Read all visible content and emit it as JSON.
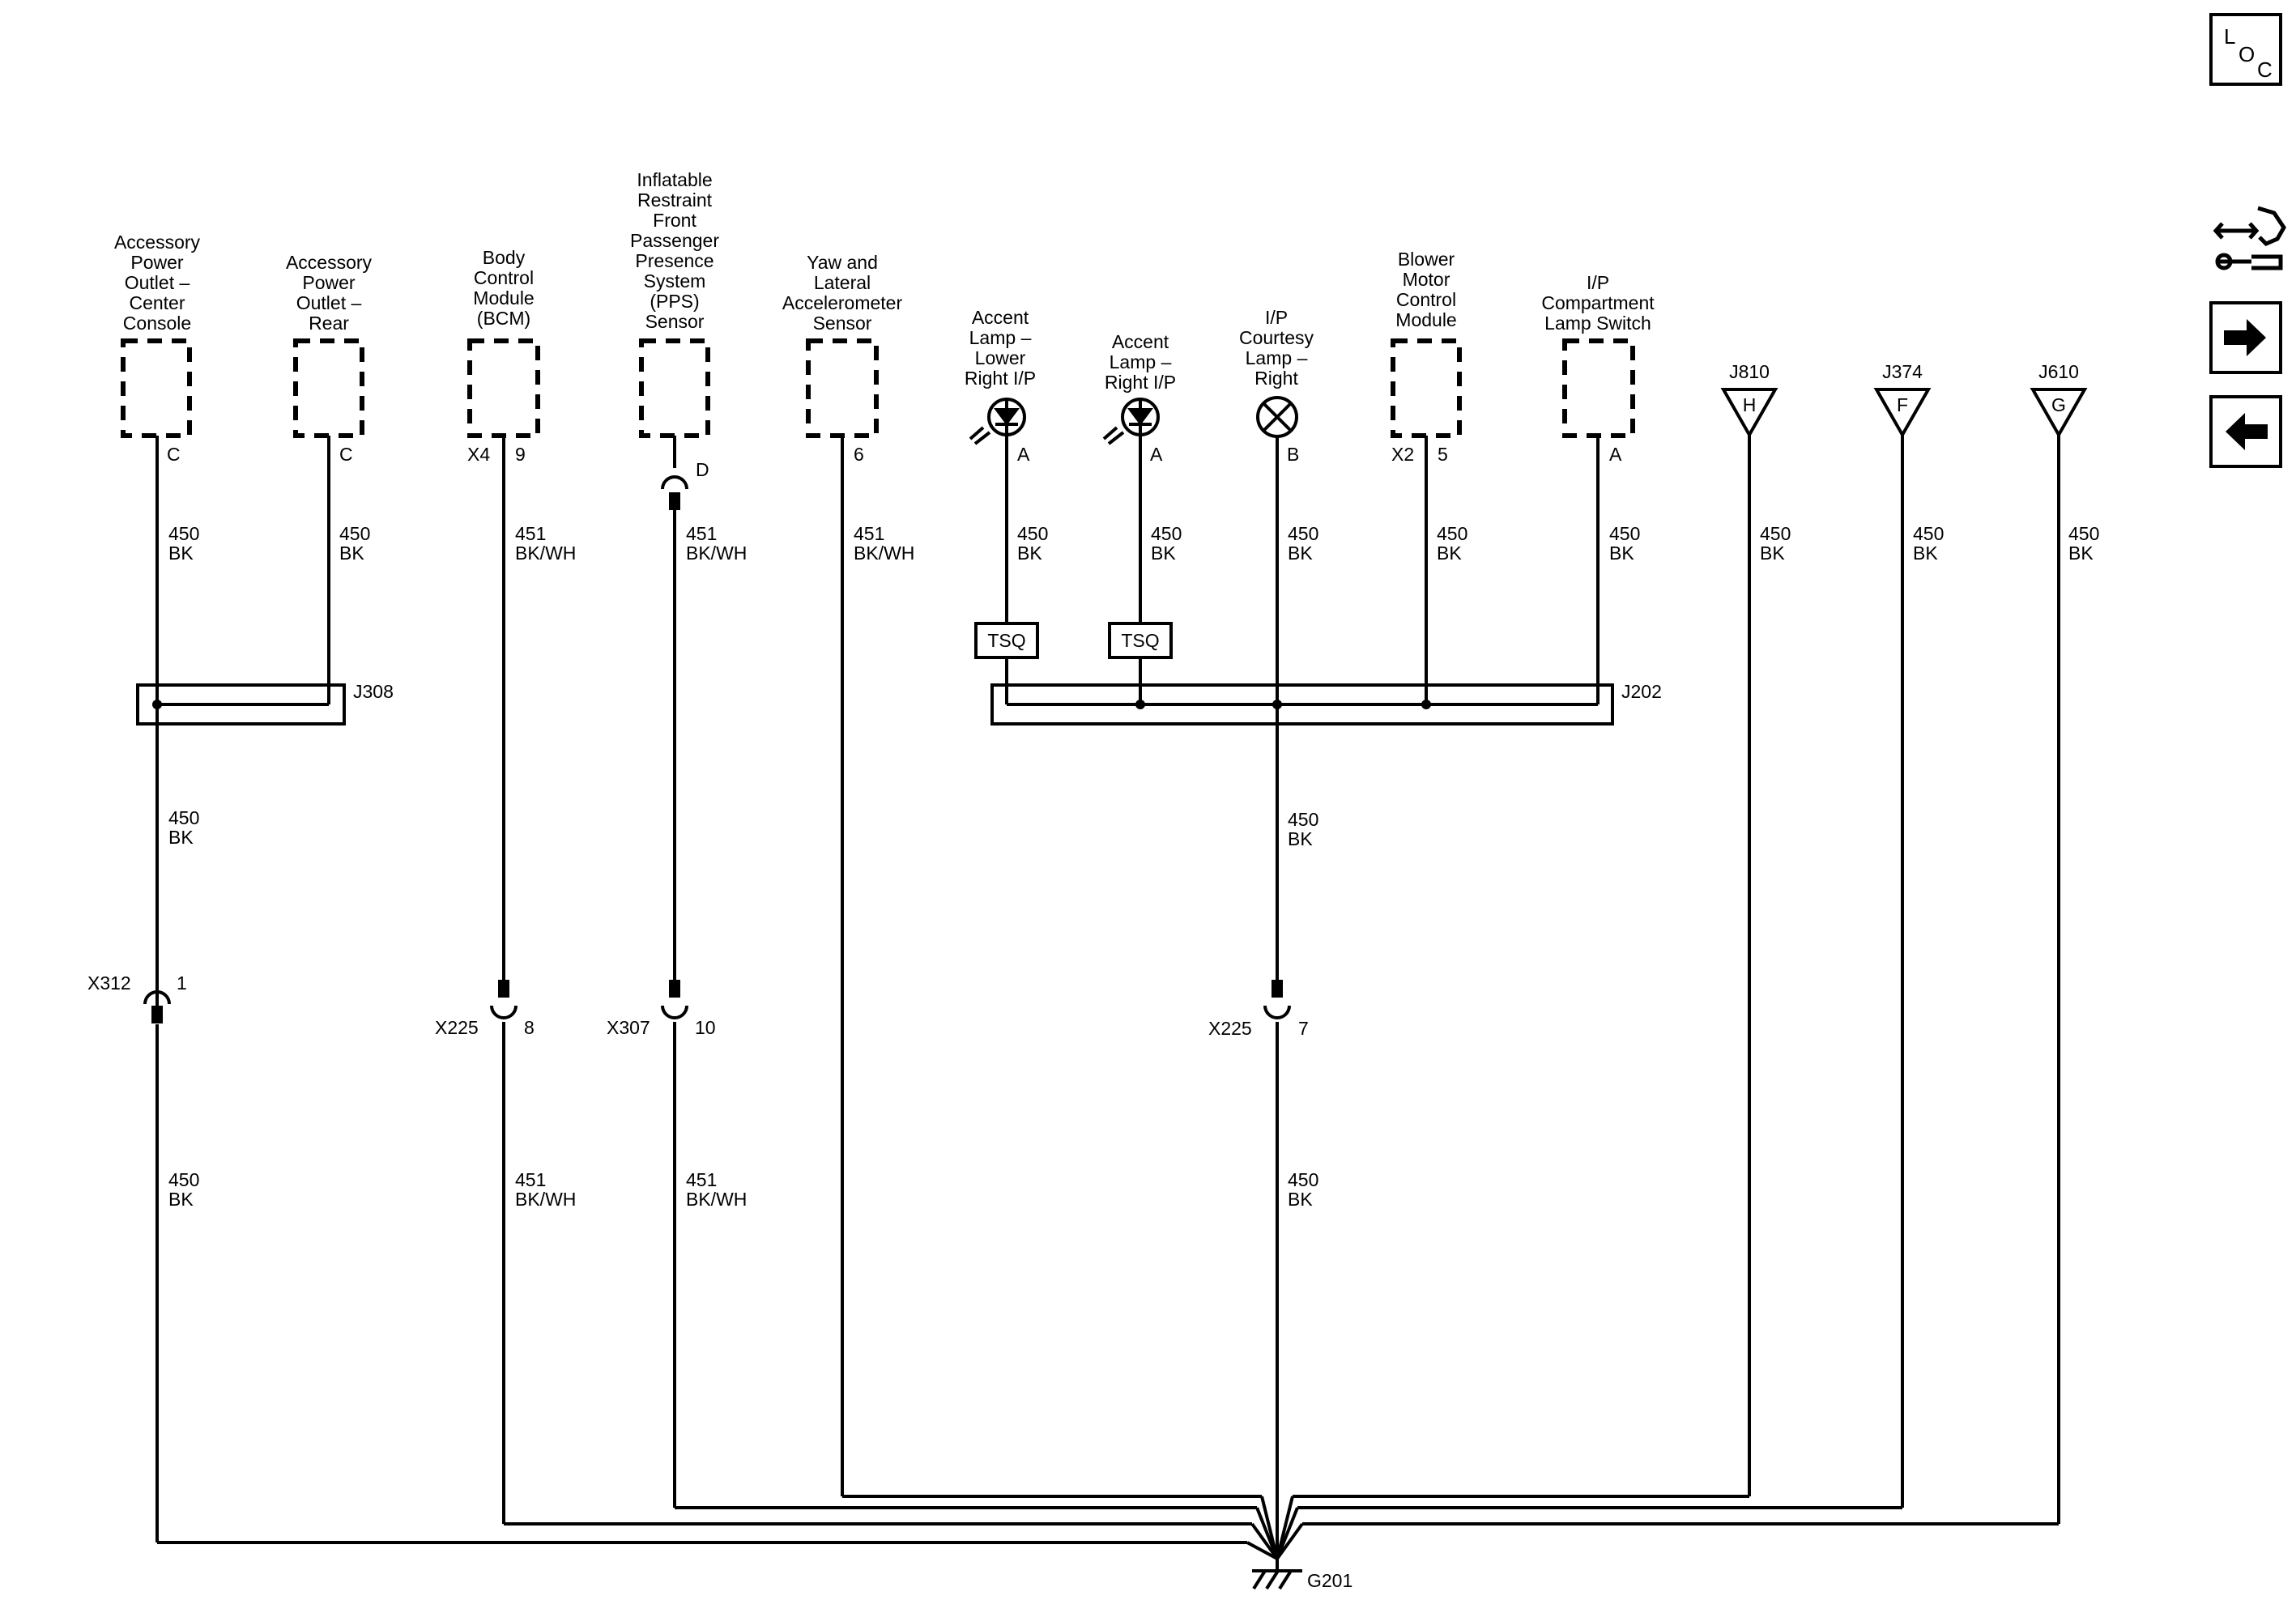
{
  "sidebar": {
    "loc": {
      "l": "L",
      "o": "O",
      "c": "C"
    }
  },
  "components": [
    {
      "id": "apo_cc",
      "label": [
        "Accessory",
        "Power",
        "Outlet –",
        "Center",
        "Console"
      ],
      "pins": [
        "C"
      ]
    },
    {
      "id": "apo_rear",
      "label": [
        "Accessory",
        "Power",
        "Outlet –",
        "Rear"
      ],
      "pins": [
        "C"
      ]
    },
    {
      "id": "bcm",
      "label": [
        "Body",
        "Control",
        "Module",
        "(BCM)"
      ],
      "pins": [
        "X4",
        "9"
      ]
    },
    {
      "id": "pps",
      "label": [
        "Inflatable",
        "Restraint",
        "Front",
        "Passenger",
        "Presence",
        "System",
        "(PPS)",
        "Sensor"
      ],
      "pins": [
        "D"
      ]
    },
    {
      "id": "yaw",
      "label": [
        "Yaw and",
        "Lateral",
        "Accelerometer",
        "Sensor"
      ],
      "pins": [
        "6"
      ]
    },
    {
      "id": "accent_lower",
      "label": [
        "Accent",
        "Lamp –",
        "Lower",
        "Right I/P"
      ],
      "pins": [
        "A"
      ]
    },
    {
      "id": "accent_right",
      "label": [
        "Accent",
        "Lamp –",
        "Right I/P"
      ],
      "pins": [
        "A"
      ]
    },
    {
      "id": "courtesy",
      "label": [
        "I/P",
        "Courtesy",
        "Lamp –",
        "Right"
      ],
      "pins": [
        "B"
      ]
    },
    {
      "id": "blower",
      "label": [
        "Blower",
        "Motor",
        "Control",
        "Module"
      ],
      "pins": [
        "X2",
        "5"
      ]
    },
    {
      "id": "compartment",
      "label": [
        "I/P",
        "Compartment",
        "Lamp Switch"
      ],
      "pins": [
        "A"
      ]
    }
  ],
  "junction_refs": [
    {
      "name": "J810",
      "letter": "H"
    },
    {
      "name": "J374",
      "letter": "F"
    },
    {
      "name": "J610",
      "letter": "G"
    }
  ],
  "wires": {
    "450bk": [
      "450",
      "BK"
    ],
    "451bkwh": [
      "451",
      "BK/WH"
    ]
  },
  "splices": [
    "J308",
    "J202"
  ],
  "tsq": "TSQ",
  "connectors": [
    {
      "name": "X312",
      "pin": "1"
    },
    {
      "name": "X225",
      "pin": "8"
    },
    {
      "name": "X307",
      "pin": "10"
    },
    {
      "name": "X225",
      "pin": "7"
    }
  ],
  "ground": "G201"
}
